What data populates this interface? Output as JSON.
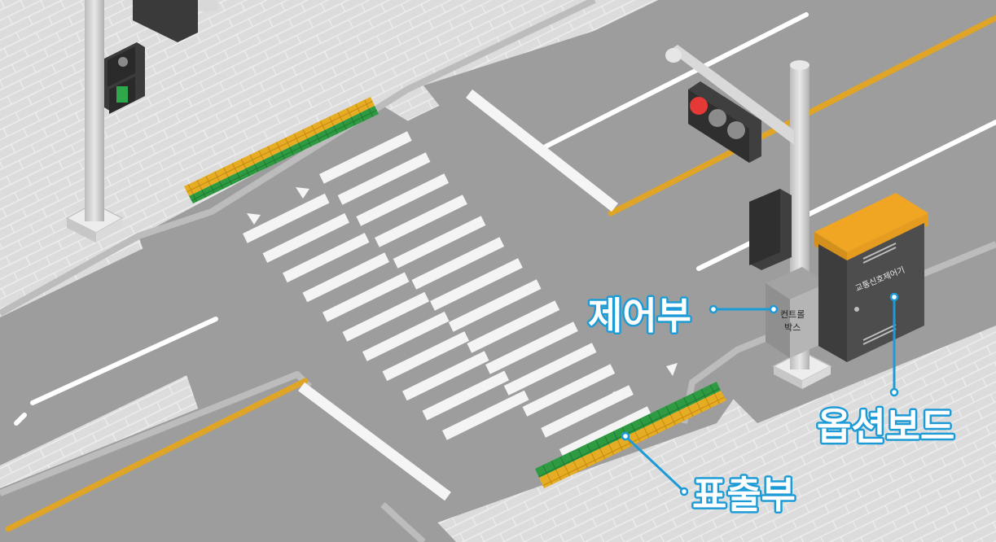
{
  "labels": {
    "control_unit": "제어부",
    "display_unit": "표출부",
    "option_board": "옵션보드"
  },
  "equipment": {
    "control_box_line1": "컨트롤",
    "control_box_line2": "박스",
    "traffic_controller": "교통신호제어기"
  },
  "colors": {
    "background": "#ffffff",
    "sidewalk": "#d9d9d9",
    "curb": "#bdbdbd",
    "road": "#9d9d9d",
    "lane_marking": "#ffffff",
    "center_line": "#e0a526",
    "crosswalk": "#f4f4f4",
    "tactile_yellow": "#e6ac24",
    "tactile_green": "#2e9b43",
    "pole": "#d3d3d3",
    "signal_housing": "#4a4a4a",
    "red_light": "#e53935",
    "green_light": "#2ea84a",
    "controller_body": "#4b4b4b",
    "controller_top": "#f0a623",
    "callout_accent": "#1d9bd6"
  },
  "icons": [
    "pedestrian-signal-icon",
    "vehicle-signal-icon",
    "arrow-icon"
  ]
}
